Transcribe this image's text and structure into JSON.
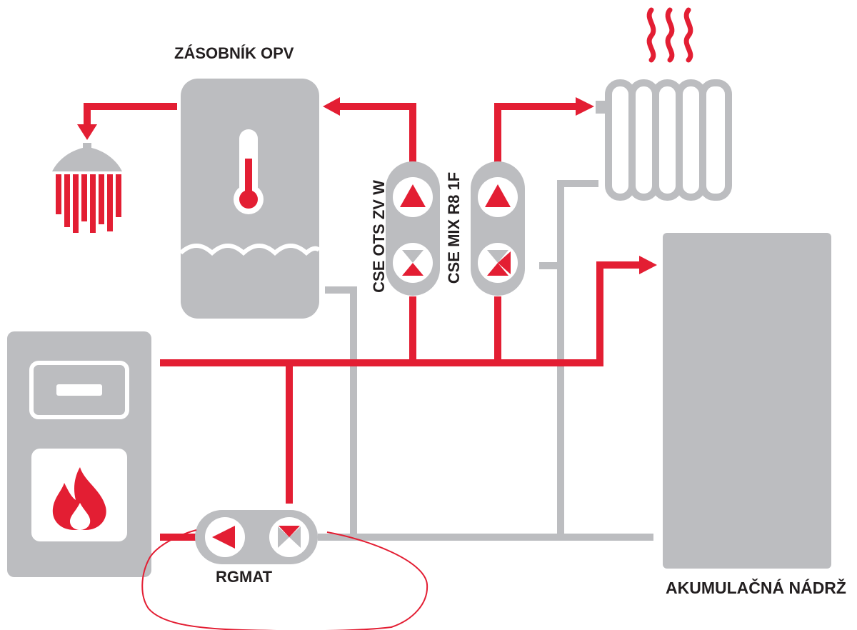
{
  "labels": {
    "tank": "ZÁSOBNÍK OPV",
    "pump_ots": "CSE OTS ZV W",
    "pump_mix": "CSE MIX R8 1F",
    "rgmat": "RGMAT",
    "accumulation_tank": "AKUMULAČNÁ NÁDRŽ"
  },
  "colors": {
    "supply_pipe": "#e31e33",
    "return_pipe": "#bcbdc0",
    "component_fill": "#bcbdc0",
    "text": "#231f20",
    "annotation": "#e31e33"
  },
  "icons": {
    "heat": "heat-waves-icon",
    "flame": "flame-icon",
    "thermometer": "thermometer-icon",
    "shower": "shower-icon",
    "radiator": "radiator-icon",
    "pump": "pump-triangle-icon",
    "valve": "mixing-valve-icon"
  }
}
